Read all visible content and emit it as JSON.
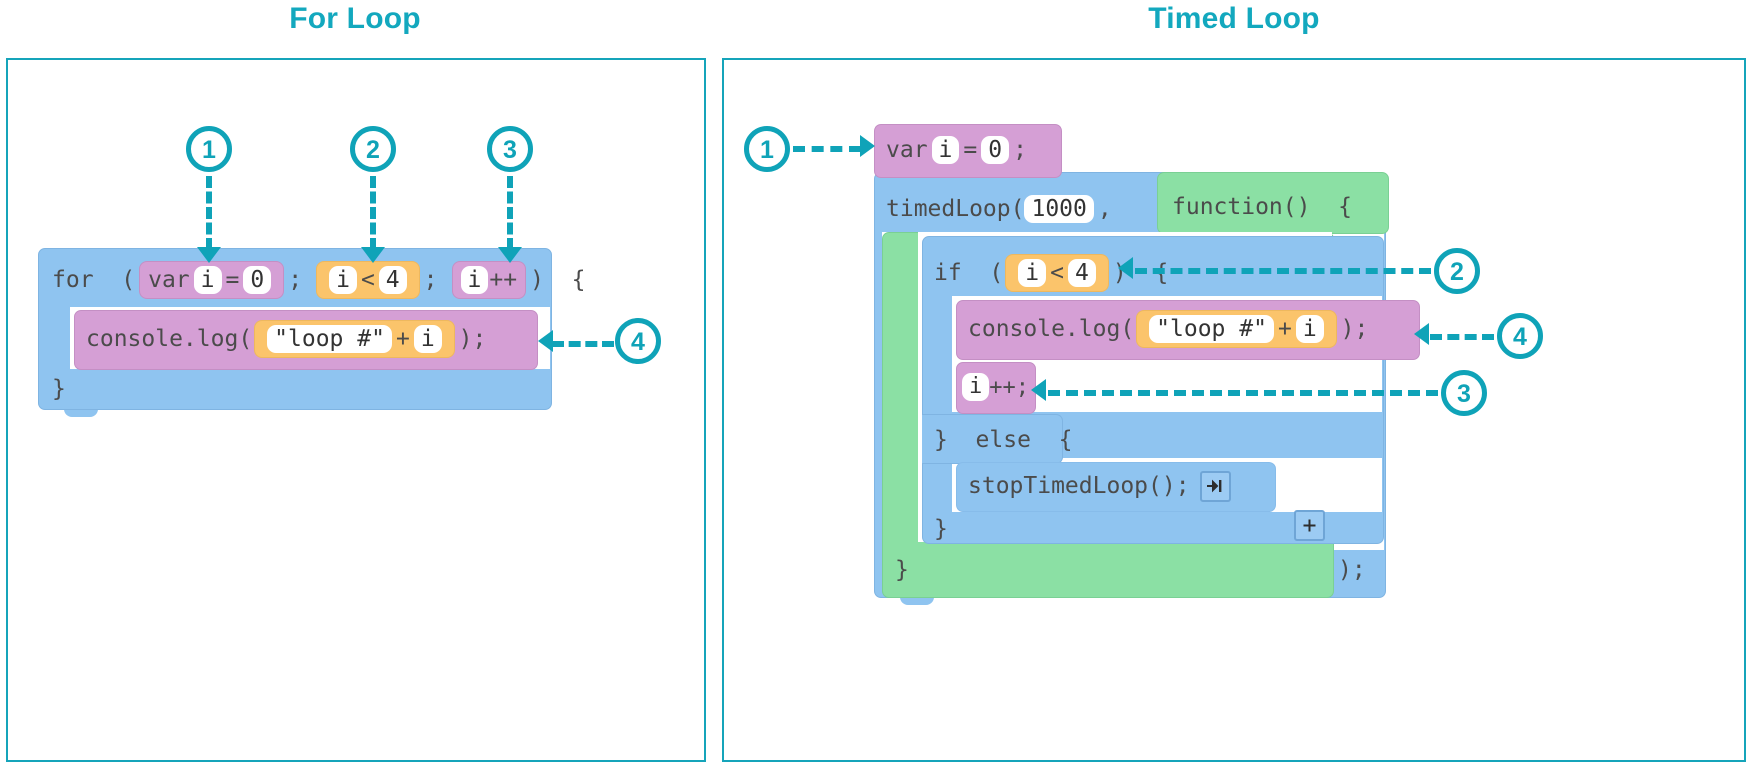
{
  "panels": [
    {
      "title": "For Loop"
    },
    {
      "title": "Timed Loop"
    }
  ],
  "accent_color": "#0FA3B8",
  "block_colors": {
    "blue": "#8FC4F0",
    "green": "#8BE0A4",
    "purple": "#D59FD5",
    "orange": "#FBC46B",
    "field_white": "#FFFFFF",
    "text": "#4B4B4B"
  },
  "for_loop": {
    "callouts": [
      {
        "number": "1"
      },
      {
        "number": "2"
      },
      {
        "number": "3"
      },
      {
        "number": "4"
      }
    ],
    "line1": {
      "keyword": "for  (",
      "init": {
        "var": "var",
        "i": "i",
        "eq": "=",
        "zero": "0"
      },
      "sep1": ";",
      "cond": {
        "i": "i",
        "op": "<",
        "limit": "4"
      },
      "sep2": ";",
      "incr": {
        "i": "i",
        "plusplus": "++"
      },
      "close": ")  {"
    },
    "line2": {
      "call": "console.log(",
      "string": "\"loop #\"",
      "plus": "+",
      "i": "i",
      "close": ");"
    },
    "line3": {
      "close": "}"
    }
  },
  "timed_loop": {
    "callouts": [
      {
        "number": "1"
      },
      {
        "number": "2"
      },
      {
        "number": "3"
      },
      {
        "number": "4"
      }
    ],
    "line_var": {
      "var": "var",
      "i": "i",
      "eq": "=",
      "zero": "0",
      "semi": ";"
    },
    "line_timedloop": {
      "call": "timedLoop(",
      "interval": "1000",
      "comma": ","
    },
    "line_function": {
      "text": "function()  {"
    },
    "line_if": {
      "keyword": "if  (",
      "i": "i",
      "op": "<",
      "limit": "4",
      "close": ")  {"
    },
    "line_log": {
      "call": "console.log(",
      "string": "\"loop #\"",
      "plus": "+",
      "i": "i",
      "close": ");"
    },
    "line_incr": {
      "i": "i",
      "rest": "++;"
    },
    "line_else": {
      "text": "}  else  {"
    },
    "line_stop": {
      "text": "stopTimedLoop();",
      "icon": "arrow-to-bar-icon"
    },
    "line_close_if": {
      "text": "}",
      "icon": "plus-icon"
    },
    "line_close_fn": {
      "text": "}"
    },
    "line_close_call": {
      "text": ");"
    }
  }
}
